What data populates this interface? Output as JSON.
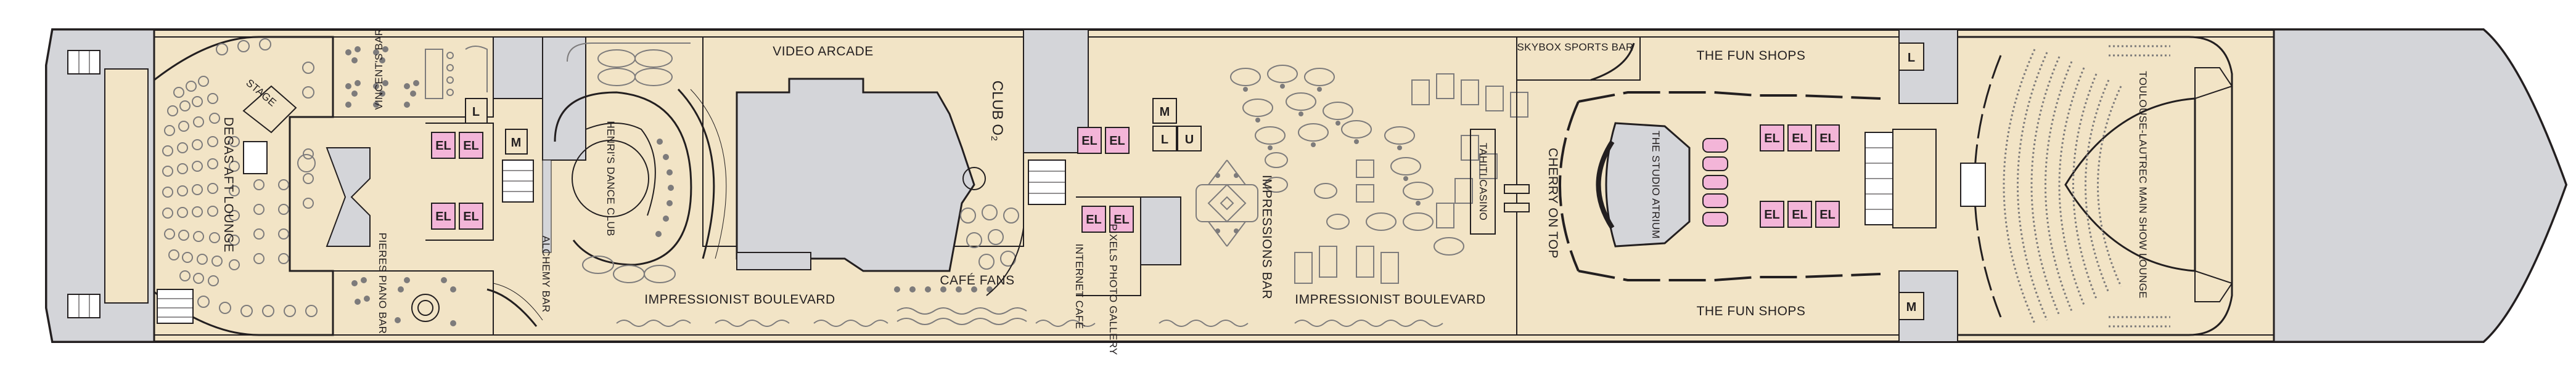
{
  "colors": {
    "deck": "#f2e4c6",
    "hull": "#231f20",
    "grey": "#d4d5d9",
    "elevator": "#f3b5d8",
    "furniture": "#7d7b7b"
  },
  "labels": {
    "stage": "STAGE",
    "vincents_bar": "VINCENT'S BAR",
    "degas_aft_lounge": "DEGAS AFT LOUNGE",
    "henris_dance_club": "HENRI'S DANCE CLUB",
    "alchemy_bar": "ALCHEMY BAR",
    "pieres_piano_bar": "PIERES PIANO BAR",
    "impressionist_boulevard_1": "IMPRESSIONIST BOULEVARD",
    "video_arcade": "VIDEO ARCADE",
    "club_o2": "CLUB O₂",
    "cafe_fans": "CAFÉ FANS",
    "internet_cafe": "INTERNET CAFÉ",
    "pixels_photo_gallery": "PIXELS PHOTO GALLERY",
    "impressions_bar": "IMPRESSIONS BAR",
    "impressionist_boulevard_2": "IMPRESSIONIST BOULEVARD",
    "tahiti_casino": "TAHITI CASINO",
    "skybox_sports_bar": "SKYBOX SPORTS BAR",
    "cherry_on_top": "CHERRY ON TOP",
    "the_studio_atrium": "THE STUDIO ATRIUM",
    "the_fun_shops_top": "THE FUN SHOPS",
    "the_fun_shops_bottom": "THE FUN SHOPS",
    "main_show_lounge": "TOULOUSE-LAUTREC MAIN SHOW LOUNGE"
  },
  "elevator_label": "EL",
  "restroom_men": "M",
  "restroom_ladies": "L",
  "restroom_unisex": "U"
}
